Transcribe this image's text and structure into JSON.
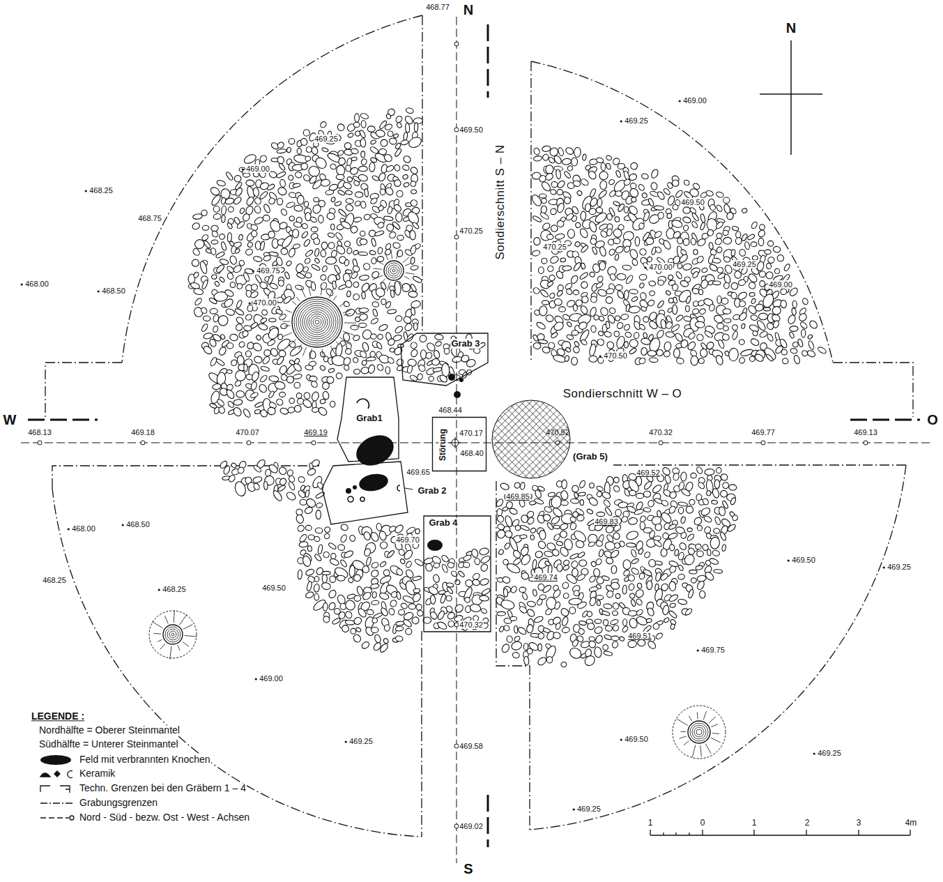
{
  "diagram": {
    "nodes": [
      {
        "text": [
          "Grab 3"
        ]
      },
      {
        "text": [
          "Grab1"
        ]
      },
      {
        "text": [
          "Störung"
        ]
      },
      {
        "text": [
          "(Grab 5)"
        ]
      },
      {
        "text": [
          "Grab 2"
        ]
      },
      {
        "text": [
          "Grab 4"
        ]
      }
    ],
    "labels": [
      "N",
      "468.77",
      "469.50",
      "Sondierschnitt S – N",
      "470.25",
      "N",
      "469.00",
      "469.25",
      "469.25",
      "469.00",
      "468.25",
      "468.75",
      "469.50",
      "470.25",
      "469.75",
      "470.00",
      "469.25",
      "468.00",
      "468.50",
      "469.00",
      "470.00",
      "470.50",
      "Sondierschnitt W – O",
      "468.44",
      "W",
      "O",
      "468.13",
      "469.18",
      "470.07",
      "469.19",
      "470.17",
      "470.52",
      "470.32",
      "469.77",
      "469.13",
      "468.40",
      "469.65",
      "469.52",
      "469.85",
      "468.00",
      "468.50",
      "469.83",
      "469.70",
      "469.50",
      "469.25",
      "469.74",
      "468.25",
      "468.25",
      "469.50",
      "470.32",
      "469.51",
      "469.75",
      "469.00",
      "LEGENDE :",
      "469.25",
      "469.58",
      "469.50",
      "469.25",
      "469.25",
      "1",
      "0",
      "1",
      "2",
      "3",
      "4m",
      "469.02",
      "S"
    ],
    "legend": [
      {
        "text": "Nordhälfte = Oberer Steinmantel"
      },
      {
        "text": "Südhälfte = Unterer Steinmantel"
      },
      {
        "text": "Feld mit verbrannten Knochen",
        "color": "#111111"
      },
      {
        "text": "Keramik"
      },
      {
        "text": "Techn. Grenzen bei den Gräbern 1 – 4"
      },
      {
        "text": "Grabungsgrenzen"
      },
      {
        "text": "Nord - Süd - bezw. Ost - West - Achsen"
      }
    ]
  }
}
